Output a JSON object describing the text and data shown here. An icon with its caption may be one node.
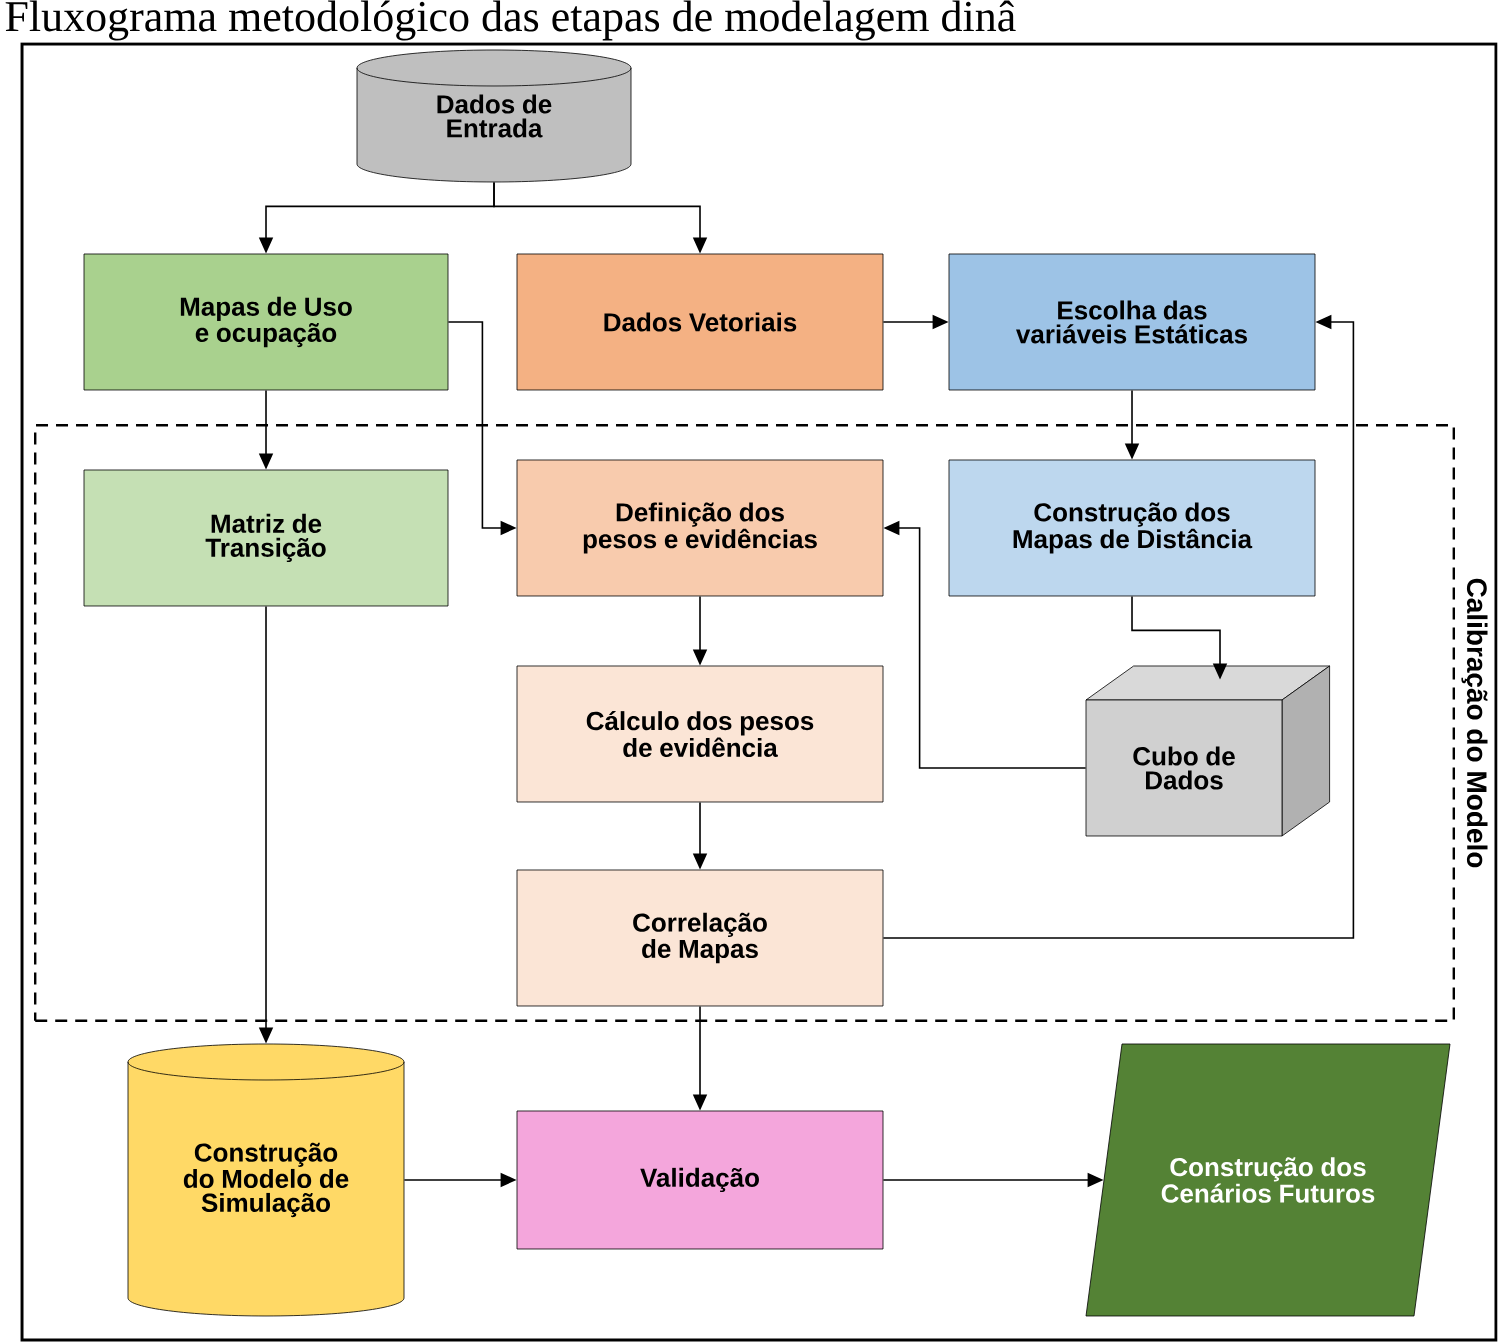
{
  "diagram": {
    "title": "Fluxograma metodológico das etapas de modelagem dinâ",
    "nodes": [
      {
        "text": [
          "Dados de Entrada"
        ]
      },
      {
        "text": [
          "Mapas de Uso e ocupação"
        ]
      },
      {
        "text": [
          "Dados Vetoriais"
        ]
      },
      {
        "text": [
          "Escolha das variáveis Estáticas"
        ]
      },
      {
        "text": [
          "Calibração do Modelo"
        ]
      },
      {
        "text": [
          "Matriz de Transição"
        ],
        "in": 4
      },
      {
        "text": [
          "Definição dos pesos e evidências"
        ],
        "in": 4
      },
      {
        "text": [
          "Construção dos Mapas de Distância"
        ],
        "in": 4
      },
      {
        "text": [
          "Cubo de Dados"
        ],
        "in": 4
      },
      {
        "text": [
          "Cálculo dos pesos de evidência"
        ],
        "in": 4
      },
      {
        "text": [
          "Correlação de Mapas"
        ],
        "in": 4
      },
      {
        "text": [
          "Construção do Modelo de Simulação"
        ]
      },
      {
        "text": [
          "Validação"
        ]
      },
      {
        "text": [
          "Construção dos Cenários Futuros"
        ]
      }
    ],
    "edges": [
      {
        "from": 0,
        "to": 1,
        "arrow": "to"
      },
      {
        "from": 0,
        "to": 2,
        "arrow": "to"
      },
      {
        "from": 1,
        "to": 5,
        "arrow": "to"
      },
      {
        "from": 1,
        "to": 6,
        "arrow": "to"
      },
      {
        "from": 2,
        "to": 3,
        "arrow": "to"
      },
      {
        "from": 3,
        "to": 7,
        "arrow": "to"
      },
      {
        "from": 7,
        "to": 8,
        "arrow": "to"
      },
      {
        "from": 8,
        "to": 6,
        "arrow": "to"
      },
      {
        "from": 6,
        "to": 9,
        "arrow": "to"
      },
      {
        "from": 9,
        "to": 10,
        "arrow": "to"
      },
      {
        "from": 10,
        "to": 3,
        "arrow": "to"
      },
      {
        "from": 5,
        "to": 11,
        "arrow": "to"
      },
      {
        "from": 10,
        "to": 12,
        "arrow": "to"
      },
      {
        "from": 11,
        "to": 12,
        "arrow": "to"
      },
      {
        "from": 12,
        "to": 13,
        "arrow": "to"
      }
    ]
  }
}
